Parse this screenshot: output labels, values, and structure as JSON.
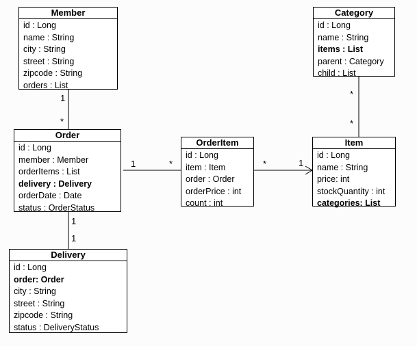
{
  "entities": {
    "member": {
      "title": "Member",
      "fields": [
        "id : Long",
        "name : String",
        "city : String",
        "street : String",
        "zipcode : String",
        "orders : List"
      ]
    },
    "category": {
      "title": "Category",
      "fields": [
        "id : Long",
        "name : String",
        "items : List",
        "parent : Category",
        "child : List"
      ]
    },
    "order": {
      "title": "Order",
      "fields": [
        "id : Long",
        "member : Member",
        "orderItems : List",
        "delivery : Delivery",
        "orderDate : Date",
        "status : OrderStatus"
      ]
    },
    "orderitem": {
      "title": "OrderItem",
      "fields": [
        "id : Long",
        "item : Item",
        "order : Order",
        "orderPrice : int",
        "count : int"
      ]
    },
    "item": {
      "title": "Item",
      "fields": [
        "id : Long",
        "name : String",
        "price: int",
        "stockQuantity : int",
        "categories: List"
      ]
    },
    "delivery": {
      "title": "Delivery",
      "fields": [
        "id : Long",
        "order: Order",
        "city : String",
        "street : String",
        "zipcode : String",
        "status : DeliveryStatus"
      ]
    }
  },
  "multiplicities": {
    "member_order_top": "1",
    "member_order_bottom": "*",
    "order_orderitem_left": "1",
    "order_orderitem_right": "*",
    "orderitem_item_left": "*",
    "orderitem_item_right": "1",
    "category_item_top": "*",
    "category_item_bottom": "*",
    "order_delivery_top": "1",
    "order_delivery_bottom": "1"
  }
}
